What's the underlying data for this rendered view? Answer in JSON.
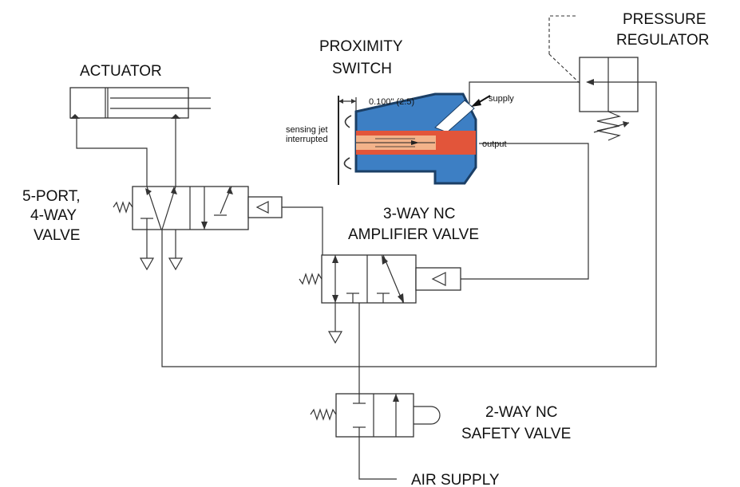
{
  "labels": {
    "actuator": "ACTUATOR",
    "proximity_line1": "PROXIMITY",
    "proximity_line2": "SWITCH",
    "pressure_line1": "PRESSURE",
    "pressure_line2": "REGULATOR",
    "valve5_line1": "5-PORT,",
    "valve5_line2": "4-WAY",
    "valve5_line3": "VALVE",
    "amp_line1": "3-WAY NC",
    "amp_line2": "AMPLIFIER VALVE",
    "safety_line1": "2-WAY NC",
    "safety_line2": "SAFETY VALVE",
    "air_supply": "AIR SUPPLY"
  },
  "inset": {
    "dimension": "0.100\" (2.5)",
    "supply": "supply",
    "output": "output",
    "sensing_line1": "sensing jet",
    "sensing_line2": "interrupted"
  },
  "colors": {
    "line": "#333333",
    "switch_body": "#3d7fc4",
    "switch_outline": "#1b3f66",
    "jet_core": "#e2553a",
    "jet_highlight": "#f3b38a"
  }
}
